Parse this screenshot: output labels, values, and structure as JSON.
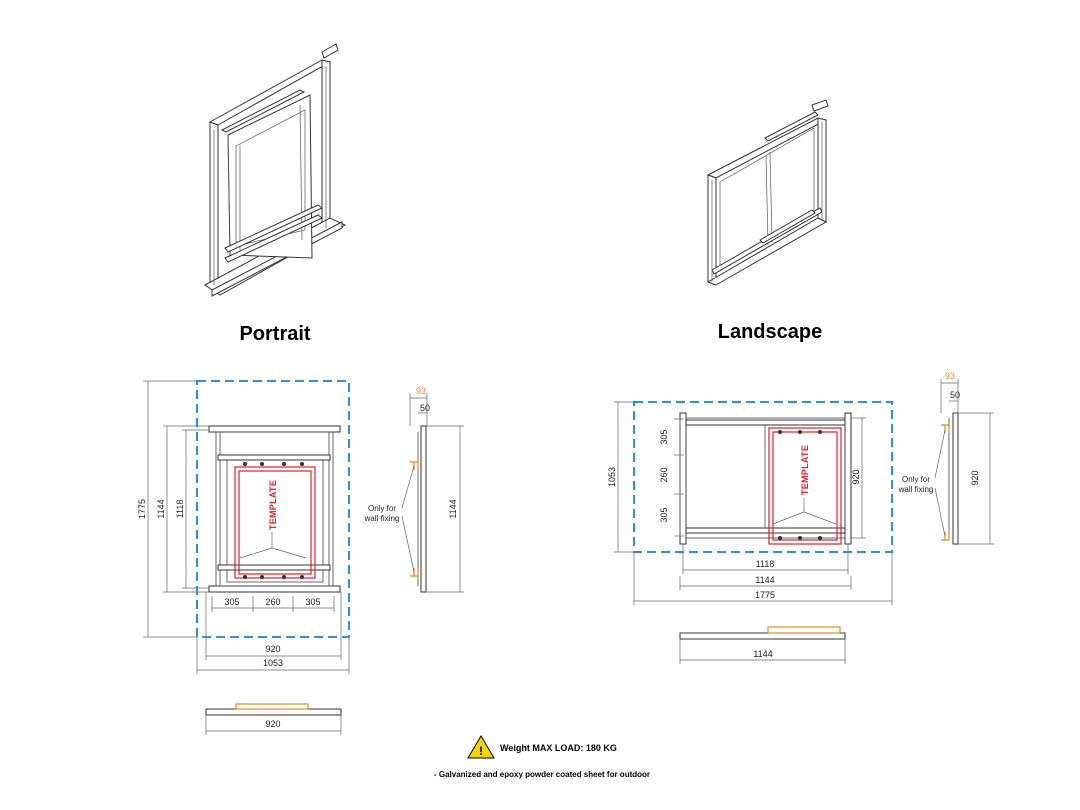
{
  "portrait": {
    "title": "Portrait",
    "template_label": "TEMPLATE",
    "wall_note": [
      "Only for",
      "wall fixing"
    ],
    "dims": {
      "height_outer": "1775",
      "height_mid": "1144",
      "height_inner": "1118",
      "seg_a": "305",
      "seg_b": "260",
      "seg_c": "305",
      "width_inner": "920",
      "width_outer": "1053",
      "side_depth_total": "93",
      "side_depth": "50",
      "side_height": "1144",
      "bottom_width": "920"
    }
  },
  "landscape": {
    "title": "Landscape",
    "template_label": "TEMPLATE",
    "wall_note": [
      "Only for",
      "wall fixing"
    ],
    "dims": {
      "height_outer": "1053",
      "seg_a": "305",
      "seg_b": "260",
      "seg_c": "305",
      "height_inner": "920",
      "width_inner": "1118",
      "width_mid": "1144",
      "width_outer": "1775",
      "side_depth_total": "93",
      "side_depth": "50",
      "side_height": "920",
      "bottom_width": "1144"
    }
  },
  "footer": {
    "weight": "Weight MAX LOAD: 180 KG",
    "note": "- Galvanized and epoxy powder coated sheet for outdoor",
    "warning_icon": "warning-triangle-icon",
    "warning_color": "#f6d500"
  },
  "colors": {
    "outline_dashed": "#2f8fe0",
    "template": "#e0202a",
    "bracket": "#e08a1e"
  }
}
